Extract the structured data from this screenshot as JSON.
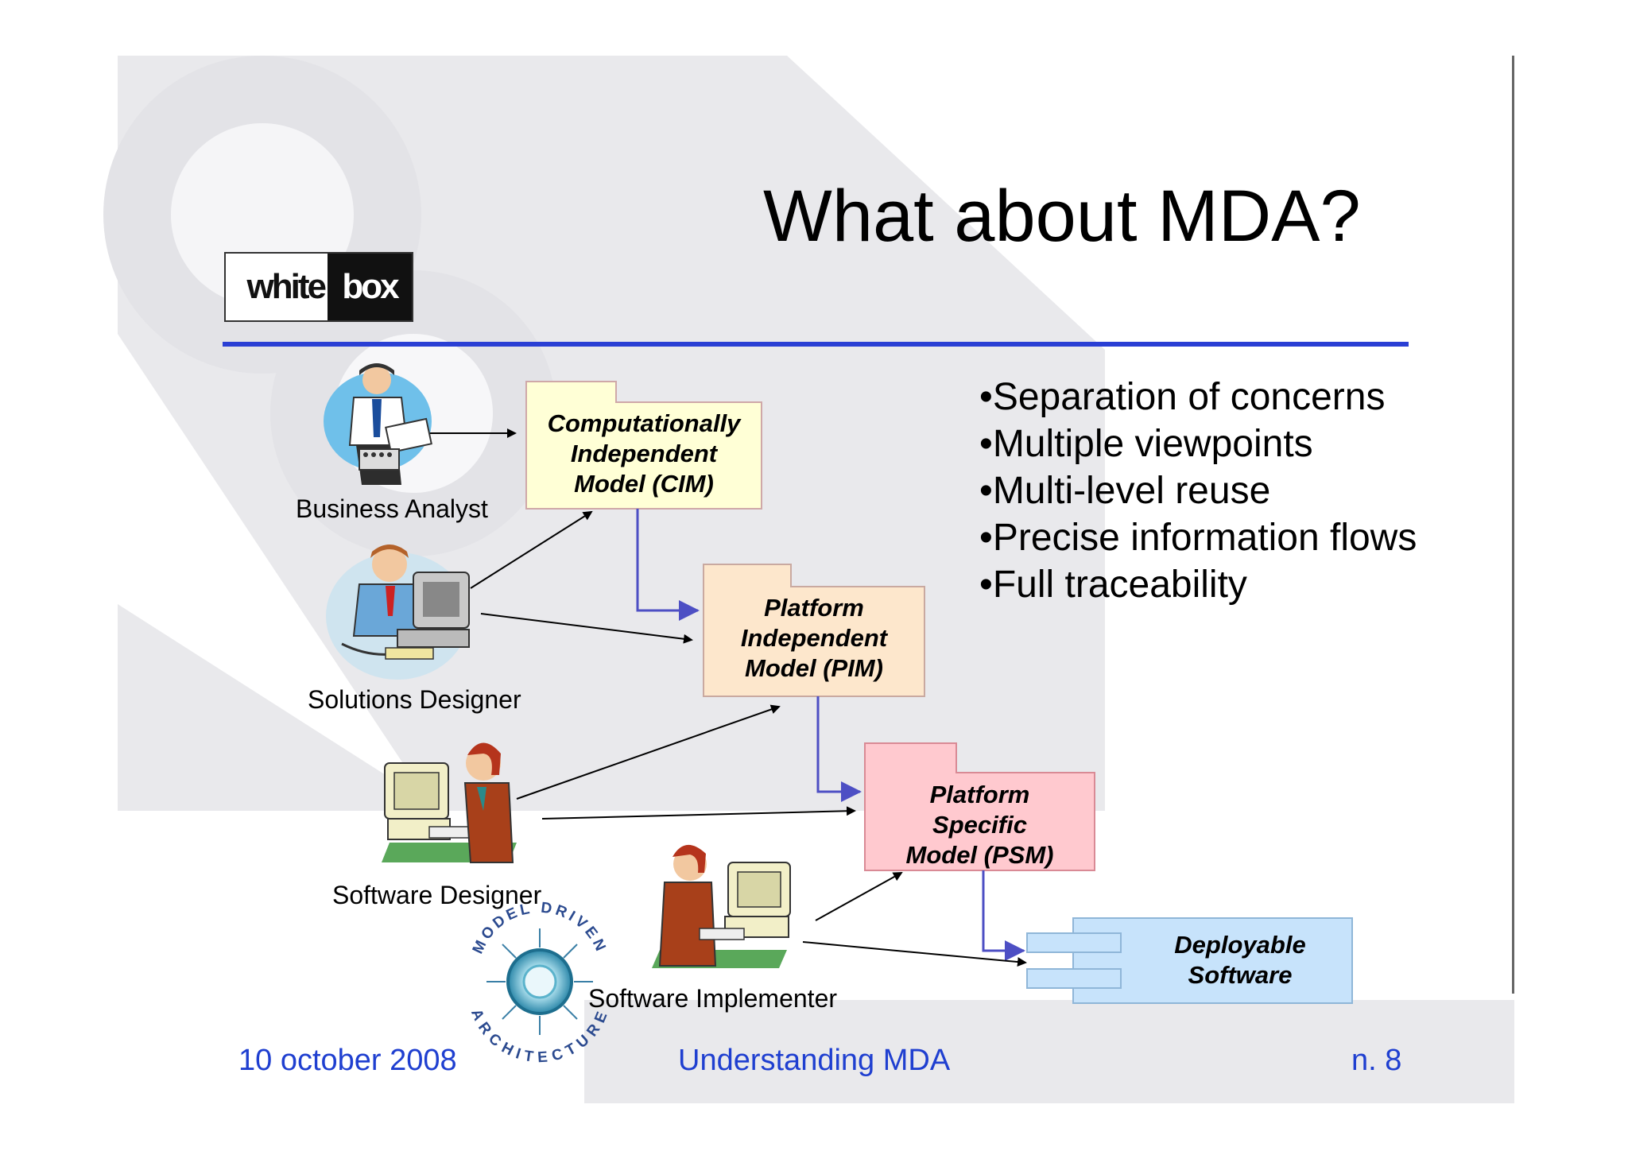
{
  "title": "What about MDA?",
  "logo": {
    "white": "white",
    "box": "box"
  },
  "bullets": [
    "Separation of concerns",
    "Multiple viewpoints",
    "Multi-level reuse",
    "Precise information flows",
    "Full traceability"
  ],
  "models": {
    "cim": [
      "Computationally",
      "Independent",
      "Model (CIM)"
    ],
    "pim": [
      "Platform",
      "Independent",
      "Model (PIM)"
    ],
    "psm": [
      "Platform",
      "Specific",
      "Model (PSM)"
    ],
    "deploy": [
      "Deployable",
      "Software"
    ]
  },
  "actors": {
    "business_analyst": "Business Analyst",
    "solutions_designer": "Solutions Designer",
    "software_designer": "Software Designer",
    "software_implementer": "Software Implementer"
  },
  "mda_logo": {
    "top_text": "MODEL DRIVEN",
    "bottom_text": "ARCHITECTURE"
  },
  "footer": {
    "date": "10 october 2008",
    "center": "Understanding MDA",
    "page": "n. 8"
  },
  "colors": {
    "cim_fill": "#ffffd6",
    "pim_fill": "#fde7cc",
    "psm_fill": "#ffc9cf",
    "deploy_fill": "#c7e3fb",
    "rule": "#2a3fd4",
    "footer_text": "#1f3fd0"
  }
}
